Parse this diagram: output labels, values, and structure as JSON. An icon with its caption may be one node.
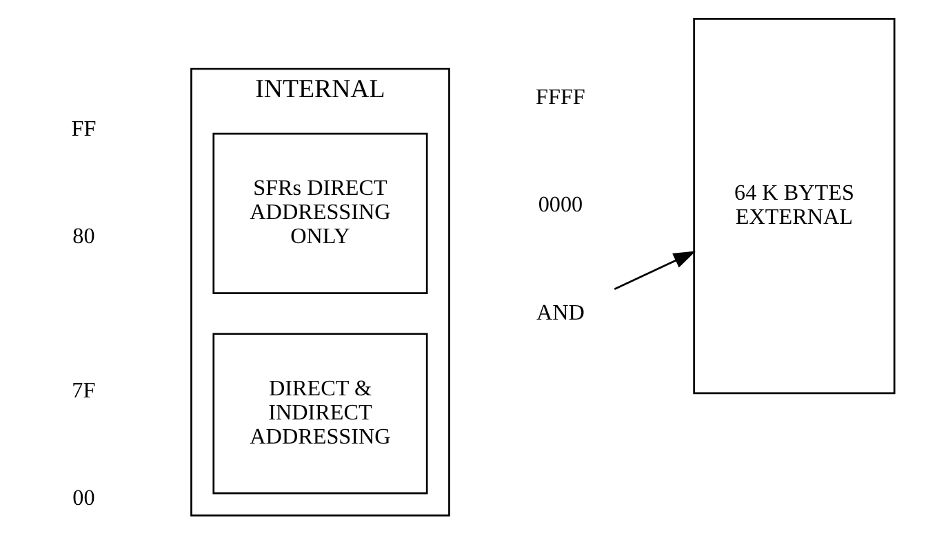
{
  "diagram": {
    "nodes": [
      {
        "text": [
          "INTERNAL"
        ]
      },
      {
        "text": [
          "SFRs DIRECT ADDRESSING ONLY"
        ],
        "in": 0
      },
      {
        "text": [
          "DIRECT & INDIRECT ADDRESSING"
        ],
        "in": 0
      },
      {
        "text": [
          "AND"
        ]
      },
      {
        "text": [
          "64 K BYTES EXTERNAL"
        ]
      }
    ],
    "edges": [
      {
        "from": 3,
        "to": 4,
        "arrow": "to"
      }
    ],
    "labels": [
      "FFFF",
      "FF",
      "80",
      "7F",
      "0000",
      "00"
    ]
  }
}
